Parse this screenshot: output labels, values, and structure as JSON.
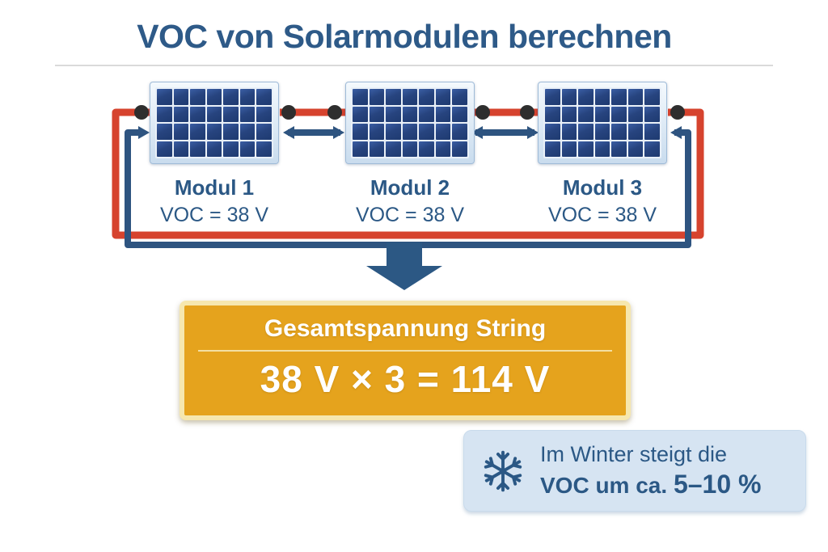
{
  "title": "VOC von Solarmodulen berechnen",
  "modules": [
    {
      "name": "Modul 1",
      "voc": "VOC = 38 V"
    },
    {
      "name": "Modul 2",
      "voc": "VOC = 38 V"
    },
    {
      "name": "Modul 3",
      "voc": "VOC = 38 V"
    }
  ],
  "panel_grid": {
    "cols": 7,
    "rows": 4
  },
  "result_box": {
    "title": "Gesamtspannung String",
    "formula": "38 V × 3 = 114 V"
  },
  "winter_note": {
    "icon": "snowflake-icon",
    "line1": "Im Winter steigt die",
    "line2_prefix": "VOC um ca.",
    "line2_value": "5–10 %"
  },
  "colors": {
    "title_blue": "#2E5A88",
    "text_blue": "#2B5885",
    "wire_red": "#D6432E",
    "wire_blue": "#2E5480",
    "connector_dot": "#2E2E2E",
    "box_orange": "#E5A31D",
    "box_orange_border": "#F6E7AE",
    "winter_bg": "#D6E4F2",
    "white": "#FFFFFF"
  }
}
